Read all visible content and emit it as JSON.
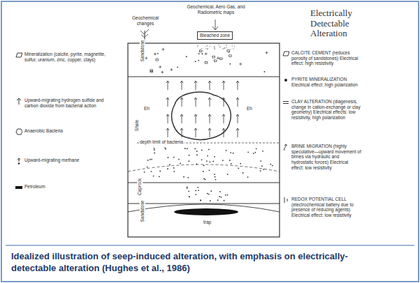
{
  "diagram": {
    "title": "Electrically Detectable Alteration",
    "caption": "Idealized illustration of seep-induced alteration, with emphasis on electrically-detectable alteration (Hughes et al., 1986)",
    "nodes": [
      {
        "text": [
          "Bleached zone"
        ]
      }
    ],
    "labels": [
      "Geochemical changes",
      "Geochemical, Aero Gas, and Radiometric maps",
      "Sandstone",
      "Shale",
      "depth limit of bacteria",
      "Caprock",
      "Sandstone",
      "trap",
      "Eh",
      "Eh"
    ],
    "legend": [
      {
        "text": "Mineralization (calcite, pyrite, magnetite, sulfur, uranium, zinc, copper, clays)"
      },
      {
        "text": "Upward-migrating hydrogen sulfide and carbon dioxide from bacterial action"
      },
      {
        "text": "Anaerobic Bacteria"
      },
      {
        "text": "Upward-migrating methane"
      },
      {
        "text": "Petroleum"
      },
      {
        "text": "CALCITE CEMENT (reduces porosity of sandstones) Electrical effect: high resistivity"
      },
      {
        "text": "PYRITE MINERALIZATION Electrical effect: high polarization"
      },
      {
        "text": "CLAY ALTERATION (diagenesis, change in cation-exchange or clay geometry) Electrical effects: low resistivity, high polarization"
      },
      {
        "text": "BRINE MIGRATION (highly speculative—upward movement of brines via hydraulic and hydrostatic forces) Electrical effect: low resistivity"
      },
      {
        "text": "REDOX POTENTIAL CELL (electrochemical battery due to presence of reducing agents) Electrical effect: low resistivity"
      }
    ]
  }
}
